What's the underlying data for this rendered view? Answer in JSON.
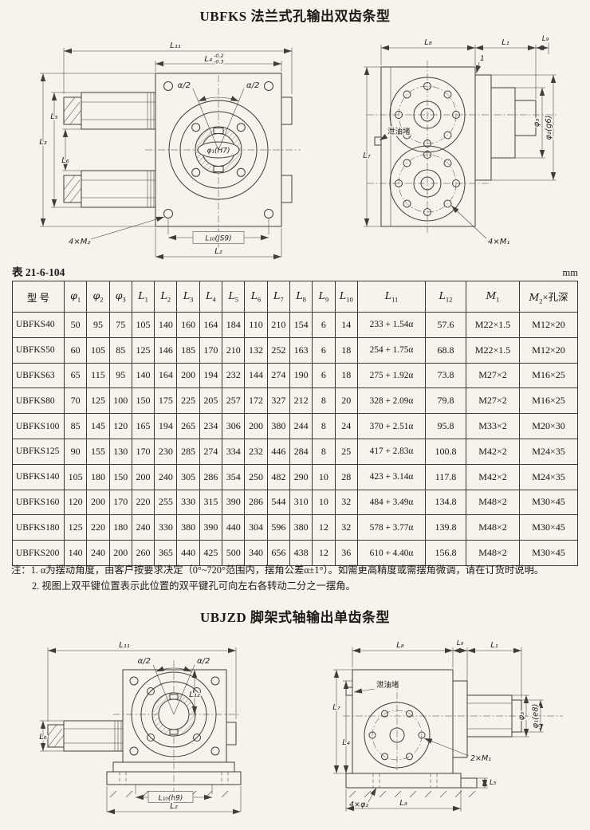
{
  "page": {
    "title_top": "UBFKS 法兰式孔输出双齿条型",
    "title_bottom": "UBJZD 脚架式轴输出单齿条型",
    "table_caption": "表 21-6-104",
    "unit": "mm"
  },
  "table": {
    "headers": [
      {
        "t": "型  号"
      },
      {
        "t": "φ",
        "s": "1"
      },
      {
        "t": "φ",
        "s": "2"
      },
      {
        "t": "φ",
        "s": "3"
      },
      {
        "t": "L",
        "s": "1"
      },
      {
        "t": "L",
        "s": "2"
      },
      {
        "t": "L",
        "s": "3"
      },
      {
        "t": "L",
        "s": "4"
      },
      {
        "t": "L",
        "s": "5"
      },
      {
        "t": "L",
        "s": "6"
      },
      {
        "t": "L",
        "s": "7"
      },
      {
        "t": "L",
        "s": "8"
      },
      {
        "t": "L",
        "s": "9"
      },
      {
        "t": "L",
        "s": "10"
      },
      {
        "t": "L",
        "s": "11"
      },
      {
        "t": "L",
        "s": "12"
      },
      {
        "t": "M",
        "s": "1"
      },
      {
        "t": "M",
        "s": "2",
        "x": "×孔深"
      }
    ],
    "rows": [
      [
        "UBFKS40",
        "50",
        "95",
        "75",
        "105",
        "140",
        "160",
        "164",
        "184",
        "110",
        "210",
        "154",
        "6",
        "14",
        "233 + 1.54α",
        "57.6",
        "M22×1.5",
        "M12×20"
      ],
      [
        "UBFKS50",
        "60",
        "105",
        "85",
        "125",
        "146",
        "185",
        "170",
        "210",
        "132",
        "252",
        "163",
        "6",
        "18",
        "254 + 1.75α",
        "68.8",
        "M22×1.5",
        "M12×20"
      ],
      [
        "UBFKS63",
        "65",
        "115",
        "95",
        "140",
        "164",
        "200",
        "194",
        "232",
        "144",
        "274",
        "190",
        "6",
        "18",
        "275 + 1.92α",
        "73.8",
        "M27×2",
        "M16×25"
      ],
      [
        "UBFKS80",
        "70",
        "125",
        "100",
        "150",
        "175",
        "225",
        "205",
        "257",
        "172",
        "327",
        "212",
        "8",
        "20",
        "328 + 2.09α",
        "79.8",
        "M27×2",
        "M16×25"
      ],
      [
        "UBFKS100",
        "85",
        "145",
        "120",
        "165",
        "194",
        "265",
        "234",
        "306",
        "200",
        "380",
        "244",
        "8",
        "24",
        "370 + 2.51α",
        "95.8",
        "M33×2",
        "M20×30"
      ],
      [
        "UBFKS125",
        "90",
        "155",
        "130",
        "170",
        "230",
        "285",
        "274",
        "334",
        "232",
        "446",
        "284",
        "8",
        "25",
        "417 + 2.83α",
        "100.8",
        "M42×2",
        "M24×35"
      ],
      [
        "UBFKS140",
        "105",
        "180",
        "150",
        "200",
        "240",
        "305",
        "286",
        "354",
        "250",
        "482",
        "290",
        "10",
        "28",
        "423 + 3.14α",
        "117.8",
        "M42×2",
        "M24×35"
      ],
      [
        "UBFKS160",
        "120",
        "200",
        "170",
        "220",
        "255",
        "330",
        "315",
        "390",
        "286",
        "544",
        "310",
        "10",
        "32",
        "484 + 3.49α",
        "134.8",
        "M48×2",
        "M30×45"
      ],
      [
        "UBFKS180",
        "125",
        "220",
        "180",
        "240",
        "330",
        "380",
        "390",
        "440",
        "304",
        "596",
        "380",
        "12",
        "32",
        "578 + 3.77α",
        "139.8",
        "M48×2",
        "M30×45"
      ],
      [
        "UBFKS200",
        "140",
        "240",
        "200",
        "260",
        "365",
        "440",
        "425",
        "500",
        "340",
        "656",
        "438",
        "12",
        "36",
        "610 + 4.40α",
        "156.8",
        "M48×2",
        "M30×45"
      ]
    ]
  },
  "notes": [
    "注：1. α为摆动角度，由客户按要求决定（0°~720°范围内，摆角公差α±1°）。如需更高精度或需摆角微调，请在订货时说明。",
    "2. 视图上双平键位置表示此位置的双平键孔可向左右各转动二分之一摆角。"
  ],
  "dwg_front": {
    "l11": "L₁₁",
    "l4": "L₄",
    "l4_tol_up": "-0.2",
    "l4_tol_dn": "-0.3",
    "alpha_l": "α/2",
    "alpha_r": "α/2",
    "phi1": "φ₁(H7)",
    "l10": "L₁₀(JS9)",
    "l2": "L₂",
    "m2": "4×M₂",
    "l3": "L₃",
    "l5": "L₅",
    "l6": "L₆"
  },
  "dwg_side": {
    "l8": "L₈",
    "l1": "L₁",
    "l9": "L₉",
    "chamfer": "1",
    "plug": "泄油堵",
    "l7": "L₇",
    "phi3": "φ₃",
    "phi2": "φ₂(g6)",
    "m1": "4×M₁"
  },
  "dwg_front2": {
    "l11": "L₁₁",
    "alpha_l": "α/2",
    "alpha_r": "α/2",
    "l12": "L₁₂",
    "l6": "L₆",
    "l10": "L₁₀(h9)",
    "l2": "L₂"
  },
  "dwg_side2": {
    "l8": "L₈",
    "l9": "L₉",
    "l1": "L₁",
    "plug": "泄油堵",
    "phi3": "φ₃",
    "phi1": "φ₁(e8)",
    "l7": "L₇",
    "l4": "L₄",
    "l5": "L₅",
    "l3": "L₃",
    "m1": "2×M₁",
    "phi2": "4×φ₂"
  }
}
